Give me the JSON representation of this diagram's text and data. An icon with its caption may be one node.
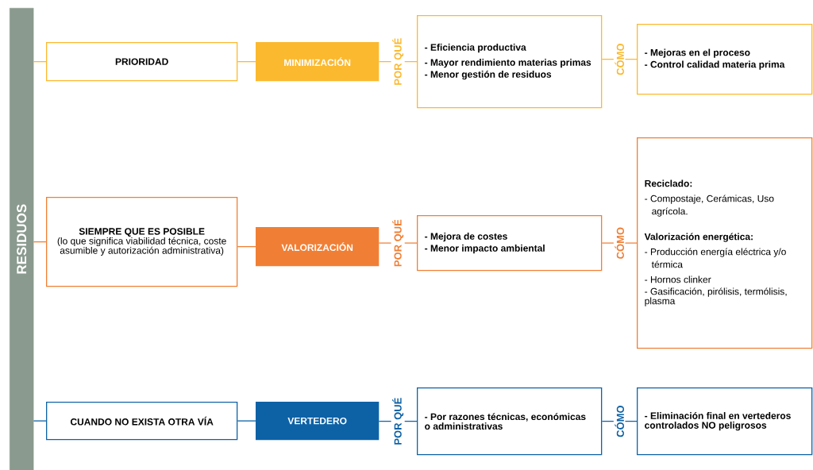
{
  "diagram": {
    "nodes": [
      {
        "text": [
          "RESIDUOS"
        ]
      },
      {
        "text": [
          "PRIORIDAD"
        ]
      },
      {
        "text": [
          "MINIMIZACIÓN"
        ]
      },
      {
        "text": [
          "- Eficiencia productiva",
          "- Mayor rendimiento materias primas",
          "- Menor gestión de residuos"
        ]
      },
      {
        "text": [
          "- Mejoras en el proceso",
          "- Control calidad materia prima"
        ]
      },
      {
        "text": [
          "SIEMPRE QUE ES POSIBLE",
          "(lo que significa viabilidad técnica, coste asumible y autorización administrativa)"
        ]
      },
      {
        "text": [
          "VALORIZACIÓN"
        ]
      },
      {
        "text": [
          "- Mejora de costes",
          "- Menor impacto ambiental"
        ]
      },
      {
        "text": [
          "Reciclado:",
          "- Compostaje, Cerámicas, Uso agrícola.",
          "Valorización energética:",
          "- Producción energía eléctrica y/o térmica",
          "- Hornos clinker",
          "- Gasificación, pirólisis, termólisis, plasma"
        ]
      },
      {
        "text": [
          "CUANDO NO EXISTA OTRA VÍA"
        ]
      },
      {
        "text": [
          "VERTEDERO"
        ]
      },
      {
        "text": [
          "- Por razones técnicas, económicas o administrativas"
        ]
      },
      {
        "text": [
          "- Eliminación final en vertederos controlados NO peligrosos"
        ]
      }
    ],
    "edges": [
      {
        "from": 0,
        "to": 1,
        "arrow": "none",
        "color": "#fbb92f"
      },
      {
        "from": 1,
        "to": 2,
        "arrow": "none",
        "color": "#fbb92f"
      },
      {
        "from": 2,
        "to": 3,
        "arrow": "none",
        "color": "#fbb92f",
        "label": "POR QUÉ"
      },
      {
        "from": 3,
        "to": 4,
        "arrow": "none",
        "color": "#fbb92f",
        "label": "CÓMO"
      },
      {
        "from": 0,
        "to": 5,
        "arrow": "none",
        "color": "#f07f35"
      },
      {
        "from": 5,
        "to": 6,
        "arrow": "none",
        "color": "#f07f35"
      },
      {
        "from": 6,
        "to": 7,
        "arrow": "none",
        "color": "#f07f35",
        "label": "POR QUÉ"
      },
      {
        "from": 7,
        "to": 8,
        "arrow": "none",
        "color": "#f07f35",
        "label": "CÓMO"
      },
      {
        "from": 0,
        "to": 9,
        "arrow": "none",
        "color": "#0d62a6"
      },
      {
        "from": 9,
        "to": 10,
        "arrow": "none",
        "color": "#0d62a6"
      },
      {
        "from": 10,
        "to": 11,
        "arrow": "none",
        "color": "#0d62a6",
        "label": "POR QUÉ"
      },
      {
        "from": 11,
        "to": 12,
        "arrow": "none",
        "color": "#0d62a6",
        "label": "CÓMO"
      }
    ]
  }
}
